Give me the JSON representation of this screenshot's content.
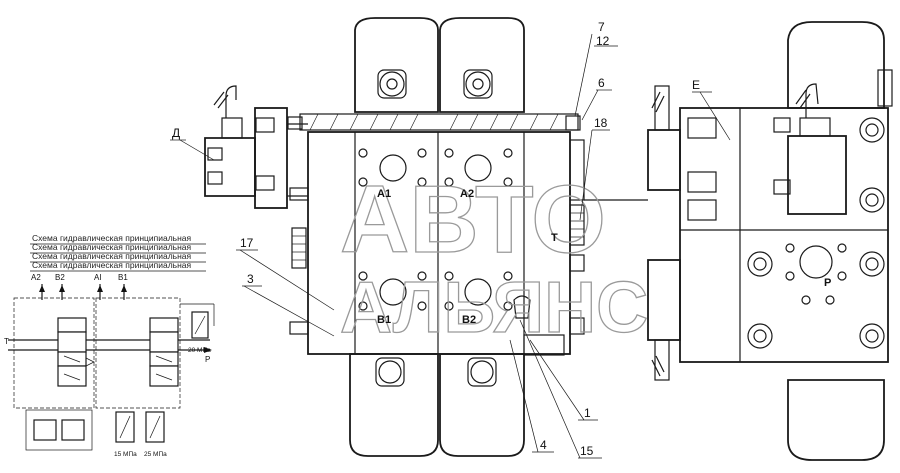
{
  "callouts": {
    "c7": "7",
    "c12": "12",
    "c6": "6",
    "c18": "18",
    "c17": "17",
    "c3": "3",
    "c1": "1",
    "c4": "4",
    "c15": "15",
    "cD": "Д",
    "cE": "Е"
  },
  "ports": {
    "a1": "A1",
    "a2": "A2",
    "b1": "B1",
    "b2": "B2",
    "t": "T",
    "p": "P"
  },
  "watermark": {
    "line1": "АВТО",
    "line2": "АЛЬЯНС"
  },
  "scheme": {
    "captions": [
      "Схема гидравлическая принципиальная",
      "Схема гидравлическая принципиальная",
      "Схема гидравлическая принципиальная",
      "Схема гидравлическая принципиальная"
    ],
    "port_a2": "A2",
    "port_b2": "B2",
    "port_a1": "AI",
    "port_b1": "B1",
    "port_t": "T",
    "port_p": "P",
    "relief_20": "20 МПа",
    "relief_15": "15 МПа",
    "relief_25": "25 МПа"
  }
}
